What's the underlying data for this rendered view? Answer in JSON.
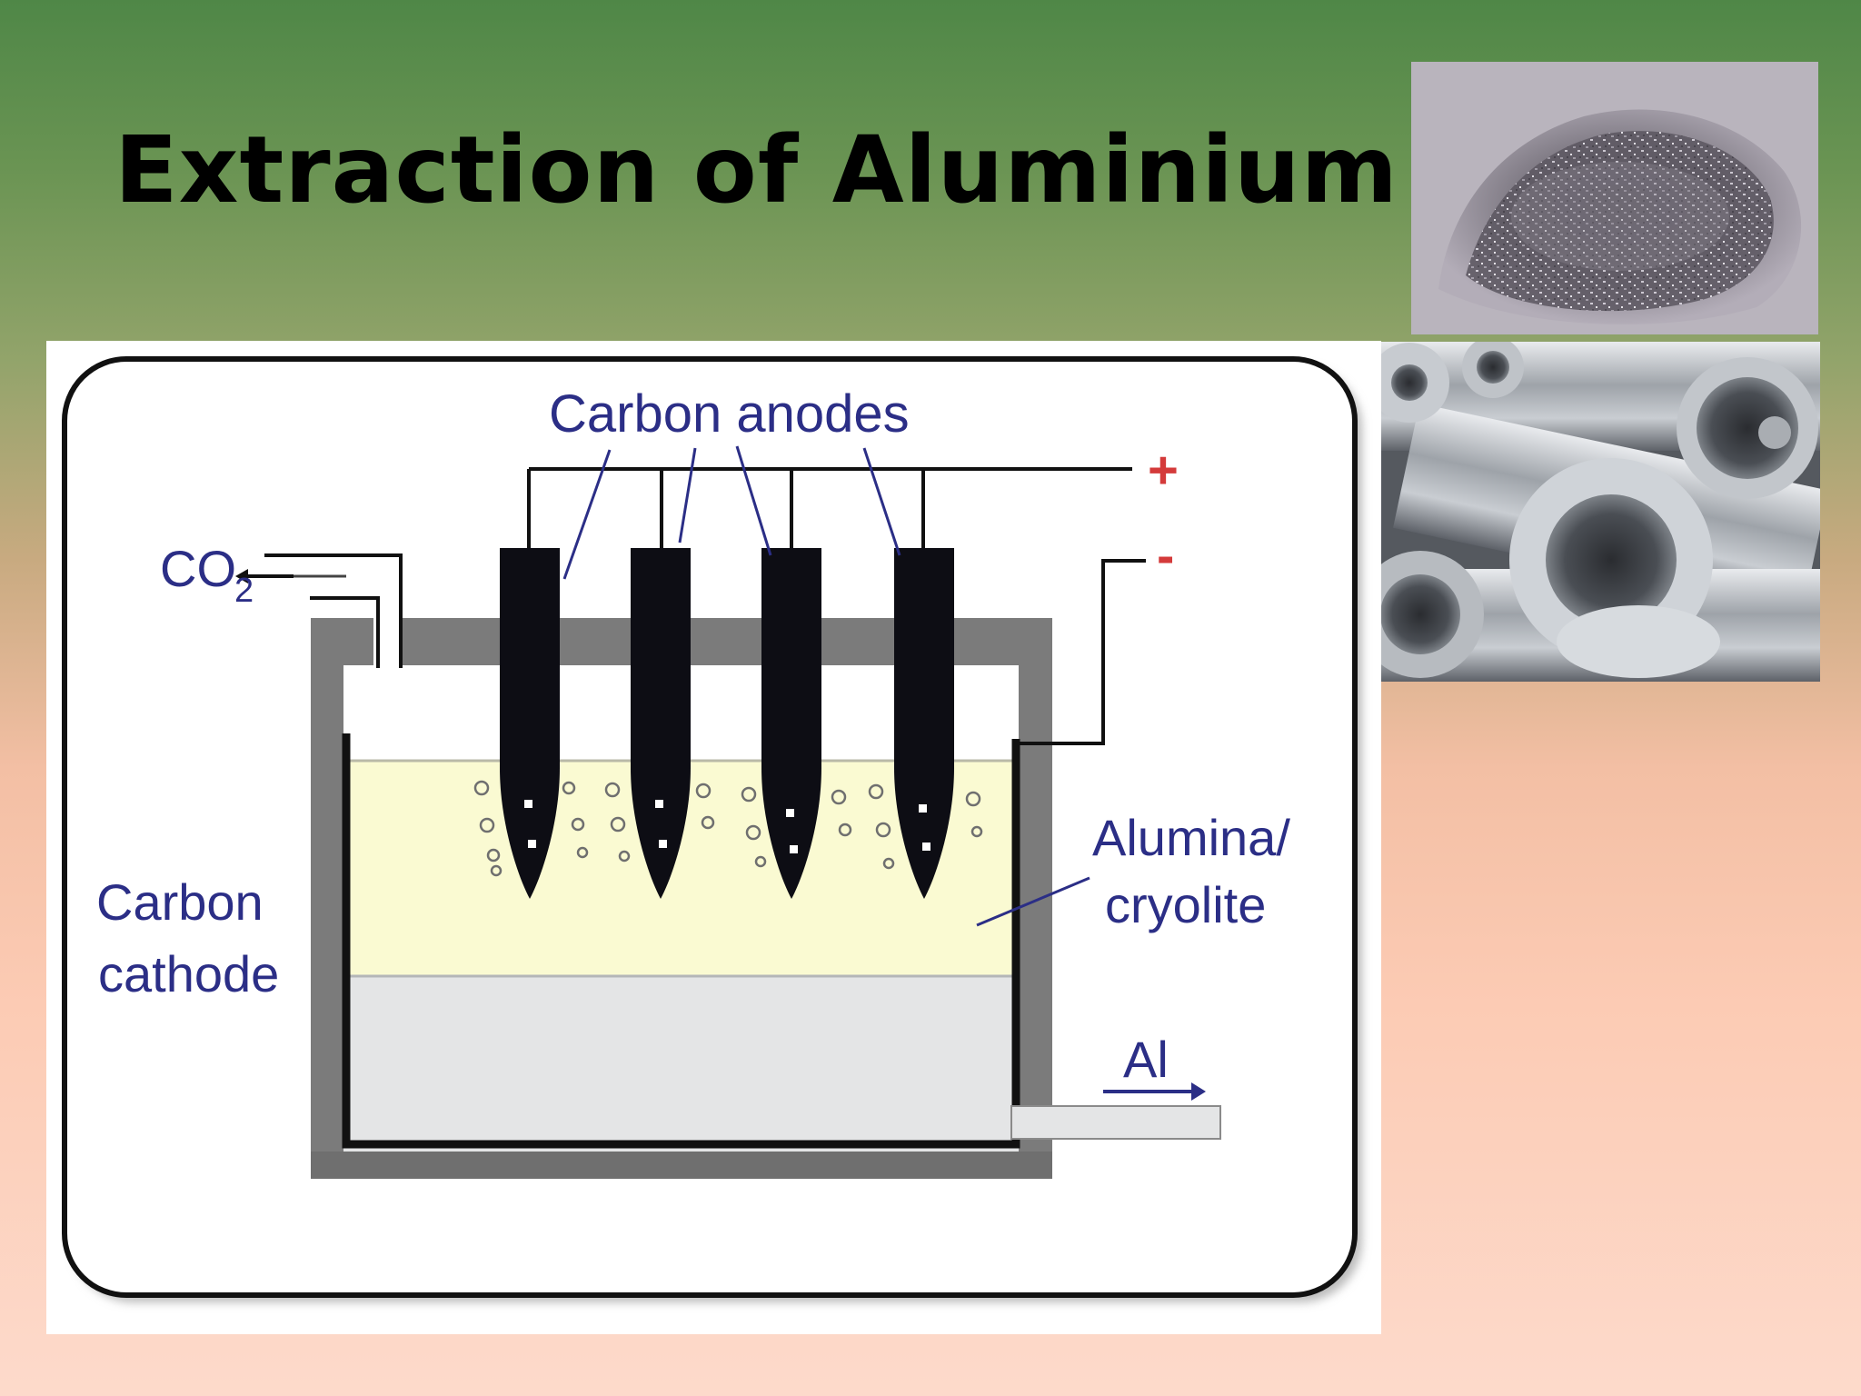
{
  "slide": {
    "title": "Extraction of Aluminium"
  },
  "diagram": {
    "labels": {
      "carbon_anodes": "Carbon anodes",
      "co2": "CO",
      "co2_subscript": "2",
      "plus": "+",
      "minus": "-",
      "carbon_cathode_line1": "Carbon",
      "carbon_cathode_line2": "cathode",
      "alumina_line1": "Alumina/",
      "alumina_line2": "cryolite",
      "al": "Al"
    }
  },
  "colors": {
    "label_text": "#2b2e86",
    "terminal_red": "#d43a3a",
    "electrolyte": "#fafad2",
    "molten_al": "#e4e5e6",
    "cell_wall": "#7b7b7b"
  },
  "images": {
    "aluminium_powder": "aluminium-powder-photo",
    "aluminium_tubes": "aluminium-tubes-photo"
  }
}
